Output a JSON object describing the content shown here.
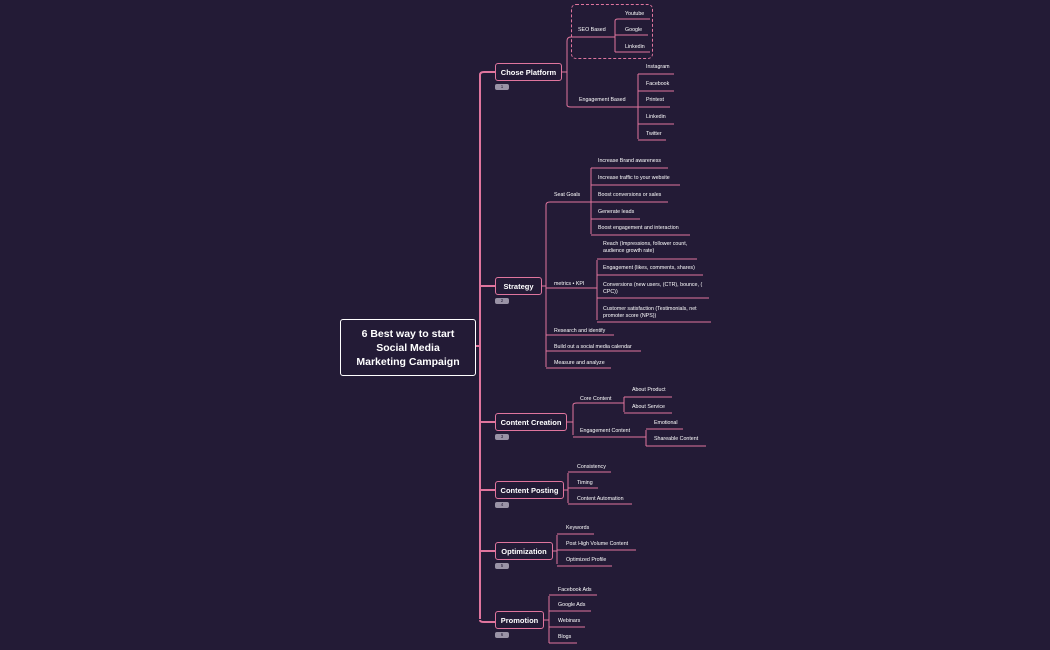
{
  "root": {
    "line1": "6 Best way to start",
    "line2": "Social Media",
    "line3": "Marketing Campaign"
  },
  "line_color": "#e0759e",
  "background": "#231b36",
  "topics": [
    {
      "label": "Chose Platform",
      "badge": "1",
      "groups": [
        {
          "label": "SEO Based",
          "items": [
            "Youtube",
            "Google",
            "Linkedin"
          ]
        },
        {
          "label": "Engagement Based",
          "items": [
            "Instagram",
            "Facebook",
            "Printest",
            "Linkedin",
            "Twitter"
          ]
        }
      ]
    },
    {
      "label": "Strategy",
      "badge": "2",
      "groups": [
        {
          "label": "Seat Goals",
          "items": [
            "Increase Brand awareness",
            "Increase traffic to your website",
            "Boost conversions or sales",
            "Generate leads",
            "Boost engagement and interaction"
          ]
        },
        {
          "label": "metrics • KPI",
          "items": [
            "Reach (Impressions, follower count, audience growth rate)",
            "Engagement (likes, comments, shares)",
            "Conversions (new users, (CTR), bounce, ( CPC))",
            "Customer satisfaction (Testimonials, net promoter score (NPS))"
          ]
        },
        {
          "label": "Research and identify"
        },
        {
          "label": "Build out a social media calendar"
        },
        {
          "label": "Measure and analyze"
        }
      ]
    },
    {
      "label": "Content Creation",
      "badge": "3",
      "groups": [
        {
          "label": "Core Content",
          "items": [
            "About Product",
            "About Service"
          ]
        },
        {
          "label": "Engagement  Content",
          "items": [
            "Emotional",
            "Shareable Content"
          ]
        }
      ]
    },
    {
      "label": "Content Posting",
      "badge": "4",
      "groups": [
        {
          "label": "Consistency"
        },
        {
          "label": "Timing"
        },
        {
          "label": "Content Automation"
        }
      ]
    },
    {
      "label": "Optimization",
      "badge": "5",
      "groups": [
        {
          "label": "Keywords"
        },
        {
          "label": "Post High Volume Content"
        },
        {
          "label": "Optimized Profile"
        }
      ]
    },
    {
      "label": "Promotion",
      "badge": "6",
      "groups": [
        {
          "label": "Facebook Ads"
        },
        {
          "label": "Google Ads"
        },
        {
          "label": "Webinars"
        },
        {
          "label": "Blogs"
        }
      ]
    }
  ]
}
